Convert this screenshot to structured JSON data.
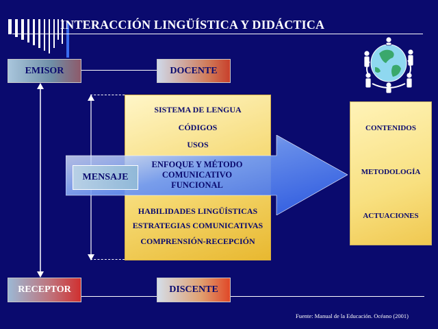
{
  "title": "INTERACCIÓN LINGÜÍSTICA Y DIDÁCTICA",
  "emisor": "EMISOR",
  "docente": "DOCENTE",
  "receptor": "RECEPTOR",
  "discente": "DISCENTE",
  "mensaje": "MENSAJE",
  "top_items": [
    "SISTEMA DE LENGUA",
    "CÓDIGOS",
    "USOS"
  ],
  "arrow_lines": [
    "ENFOQUE Y MÉTODO",
    "COMUNICATIVO",
    "FUNCIONAL"
  ],
  "bottom_items": [
    "HABILIDADES LINGÜÍSTICAS",
    "ESTRATEGIAS COMUNICATIVAS",
    "COMPRENSIÓN-RECEPCIÓN"
  ],
  "right_items": [
    "CONTENIDOS",
    "METODOLOGÍA",
    "ACTUACIONES"
  ],
  "source": "Fuente: Manual de la Educación. Océano (2001)",
  "colors": {
    "background": "#0a0a6e",
    "text_dark": "#0a0a6e",
    "arrow": "#3a6cf0"
  },
  "icons": [
    "decorative-bars-icon",
    "globe-people-icon"
  ]
}
